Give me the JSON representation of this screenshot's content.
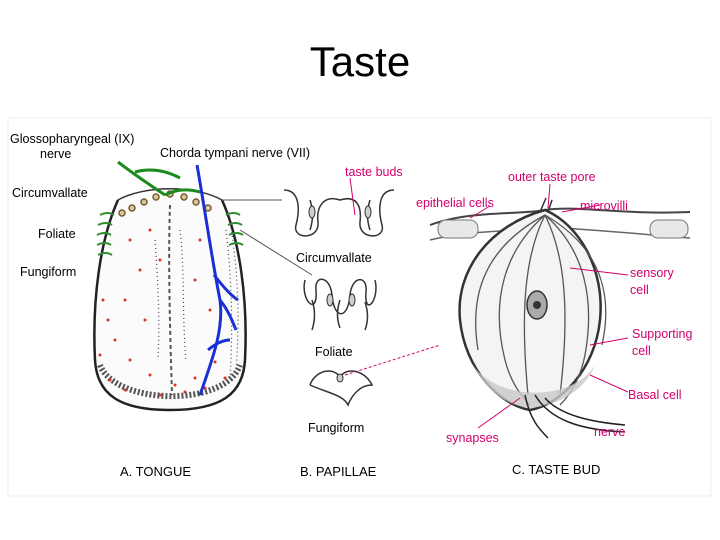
{
  "title": "Taste",
  "colors": {
    "magenta": "#d4006f",
    "nerve_blue": "#1a2fd6",
    "nerve_green": "#1c8a1c",
    "tongue_dots": "#e0302a"
  },
  "tongue": {
    "glossopharyngeal_line1": "Glossopharyngeal (IX)",
    "glossopharyngeal_line2": "nerve",
    "chorda_tympani": "Chorda tympani nerve (VII)",
    "circumvallate": "Circumvallate",
    "foliate": "Foliate",
    "fungiform": "Fungiform",
    "caption": "A.  TONGUE"
  },
  "papillae": {
    "taste_buds": "taste buds",
    "circumvallate": "Circumvallate",
    "foliate": "Foliate",
    "fungiform": "Fungiform",
    "caption": "B. PAPILLAE"
  },
  "taste_bud": {
    "outer_taste_pore": "outer taste pore",
    "epithelial_cells": "epithelial cells",
    "microvilli": "microvilli",
    "sensory_cell_line1": "sensory",
    "sensory_cell_line2": "cell",
    "supporting_cell_line1": "Supporting",
    "supporting_cell_line2": "cell",
    "basal_cell": "Basal cell",
    "synapses": "synapses",
    "nerve": "nerve",
    "caption": "C. TASTE BUD"
  }
}
